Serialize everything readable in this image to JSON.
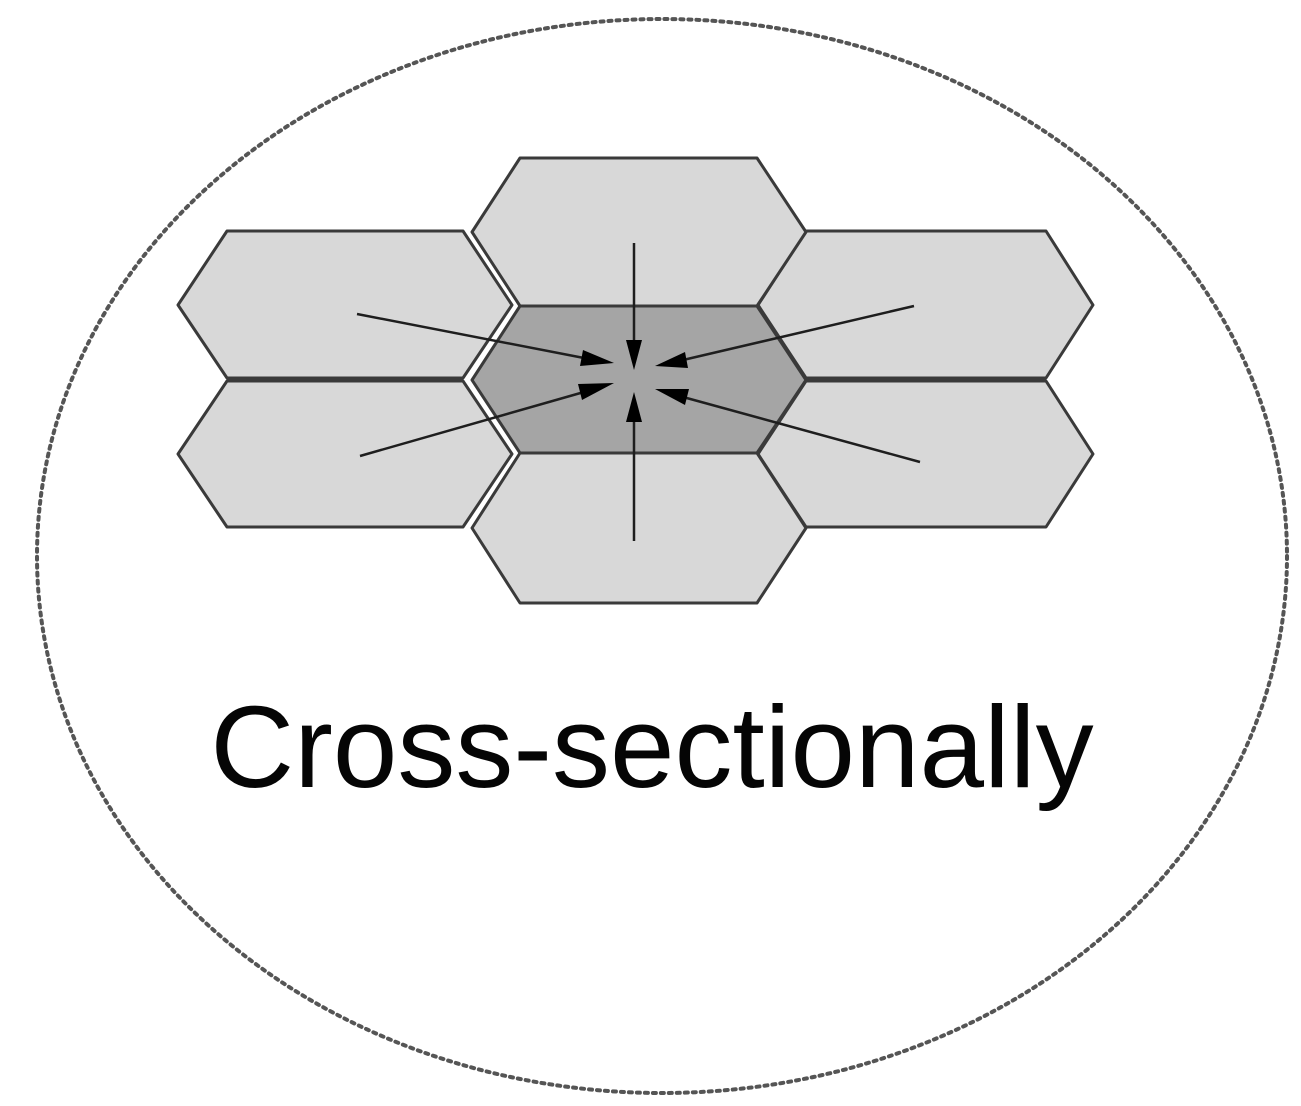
{
  "caption": "Cross-sectionally",
  "diagram": {
    "cells": [
      {
        "role": "neighbor",
        "position": "upper-left"
      },
      {
        "role": "neighbor",
        "position": "top"
      },
      {
        "role": "neighbor",
        "position": "upper-right"
      },
      {
        "role": "neighbor",
        "position": "lower-left"
      },
      {
        "role": "neighbor",
        "position": "bottom"
      },
      {
        "role": "neighbor",
        "position": "lower-right"
      },
      {
        "role": "center",
        "position": "center"
      }
    ],
    "arrows": [
      {
        "from": "upper-left",
        "to": "center"
      },
      {
        "from": "top",
        "to": "center"
      },
      {
        "from": "upper-right",
        "to": "center"
      },
      {
        "from": "lower-left",
        "to": "center"
      },
      {
        "from": "bottom",
        "to": "center"
      },
      {
        "from": "lower-right",
        "to": "center"
      }
    ]
  },
  "colors": {
    "neighbor_fill": "#d8d8d8",
    "center_fill": "#a5a5a5",
    "outline": "#3a3a3a",
    "boundary": "#555555",
    "text": "#050505"
  }
}
